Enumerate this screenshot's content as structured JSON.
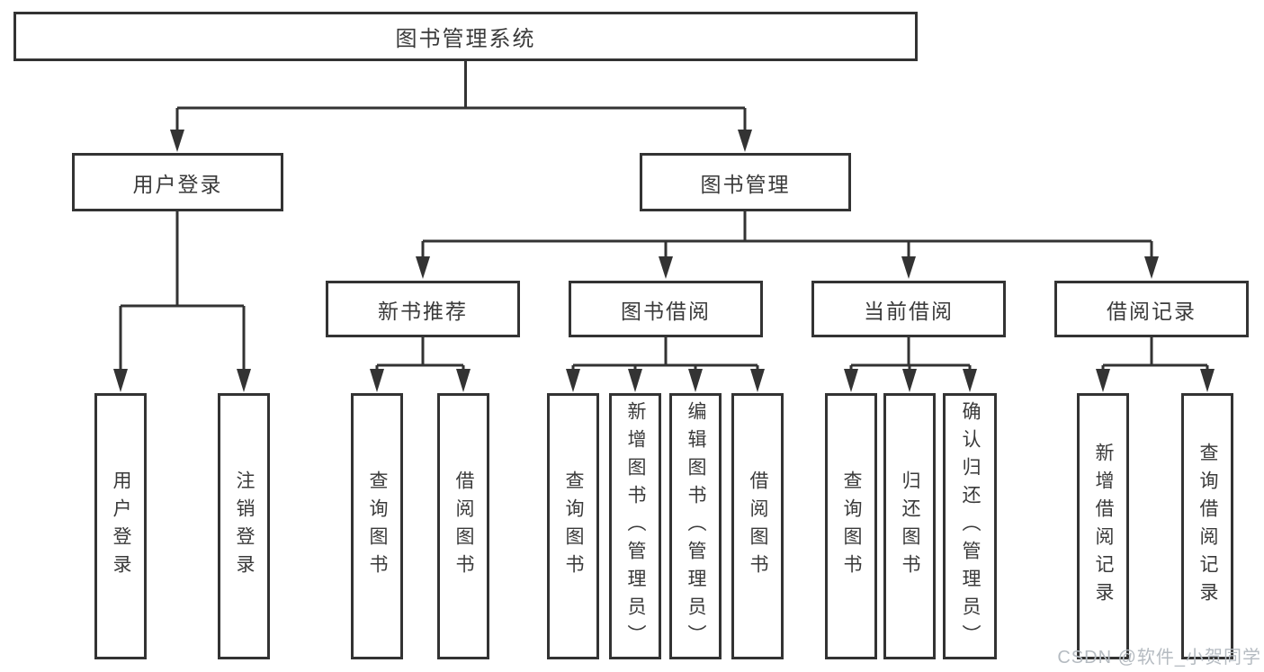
{
  "diagram_type": "hierarchy-tree",
  "colors": {
    "line": "#333333",
    "box_border": "#333333",
    "box_background": "#ffffff",
    "text": "#3a3a3a",
    "watermark": "#b5bbc1"
  },
  "tree": {
    "label": "图书管理系统",
    "children": [
      {
        "label": "用户登录",
        "children": [
          {
            "label": "用户登录"
          },
          {
            "label": "注销登录"
          }
        ]
      },
      {
        "label": "图书管理",
        "children": [
          {
            "label": "新书推荐",
            "children": [
              {
                "label": "查询图书"
              },
              {
                "label": "借阅图书"
              }
            ]
          },
          {
            "label": "图书借阅",
            "children": [
              {
                "label": "查询图书"
              },
              {
                "label": "新增图书（管理员）"
              },
              {
                "label": "编辑图书（管理员）"
              },
              {
                "label": "借阅图书"
              }
            ]
          },
          {
            "label": "当前借阅",
            "children": [
              {
                "label": "查询图书"
              },
              {
                "label": "归还图书"
              },
              {
                "label": "确认归还（管理员）"
              }
            ]
          },
          {
            "label": "借阅记录",
            "children": [
              {
                "label": "新增借阅记录"
              },
              {
                "label": "查询借阅记录"
              }
            ]
          }
        ]
      }
    ]
  },
  "watermark": "CSDN @软件_小贺同学"
}
